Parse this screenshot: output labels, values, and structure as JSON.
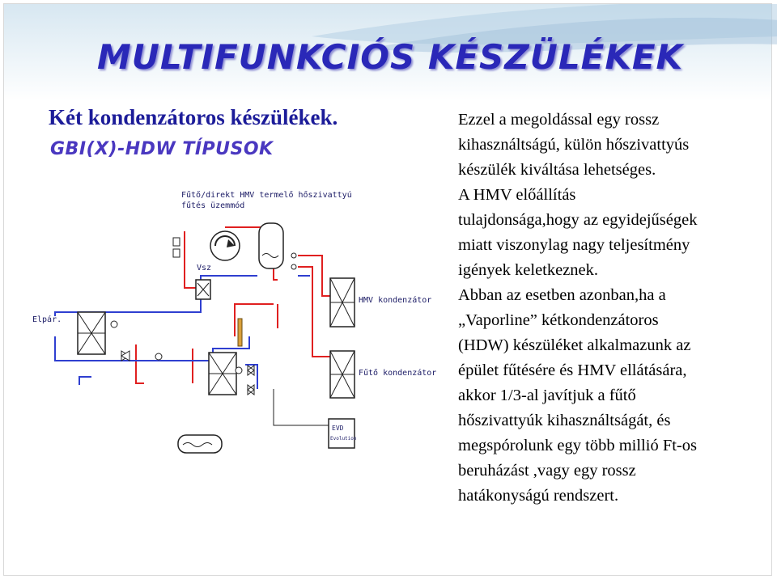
{
  "slide": {
    "title": "MULTIFUNKCIÓS KÉSZÜLÉKEK",
    "subtitle_line1": "Két kondenzátoros készülékek.",
    "subtitle_line2": "GBI(X)-HDW TÍPUSOK"
  },
  "diagram": {
    "header_line1": "Fűtő/direkt HMV termelő hőszivattyú",
    "header_line2": "fűtés üzemmód",
    "label_vsz": "Vsz",
    "label_elpar": "Elpár.",
    "label_hmv_kondenzator": "HMV kondenzátor",
    "label_futo_kondenzator": "Fűtő kondenzátor",
    "label_evd_line1": "EVD",
    "label_evd_line2": "Evolution"
  },
  "body_lines": [
    "Ezzel a megoldással  egy rossz",
    "kihasználtságú, külön hőszivattyús",
    "készülék kiváltása lehetséges.",
    "A HMV előállítás",
    "tulajdonsága,hogy az egyidejűségek",
    "miatt viszonylag nagy teljesítmény",
    "igények keletkeznek.",
    "Abban az esetben azonban,ha a",
    "„Vaporline” kétkondenzátoros",
    "(HDW) készüléket alkalmazunk az",
    "épület fűtésére és HMV ellátására,",
    "akkor 1/3-al javítjuk a fűtő",
    "hőszivattyúk kihasználtságát, és",
    "megspórolunk egy több millió Ft-os",
    "beruházást ,vagy egy rossz",
    "hatákonyságú rendszert."
  ],
  "colors": {
    "title": "#2a28b8",
    "subtitle": "#1c1c99",
    "pipe_red": "#e02020",
    "pipe_blue": "#2f3fd0"
  }
}
